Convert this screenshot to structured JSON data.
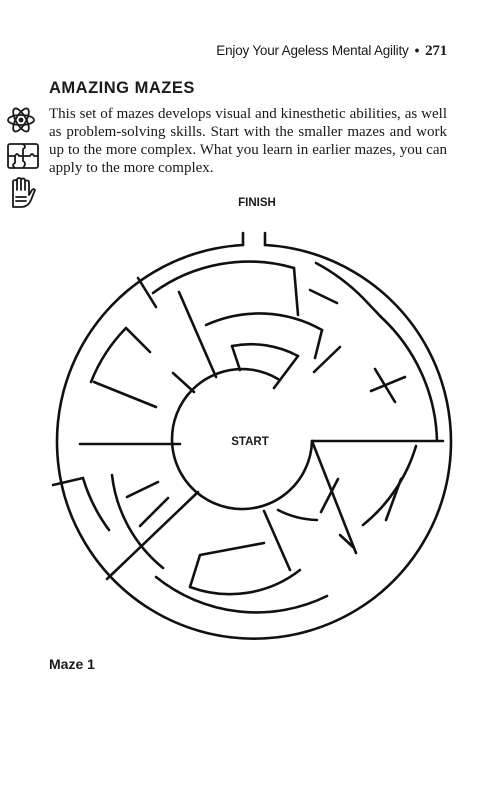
{
  "header": {
    "running_title": "Enjoy Your Ageless Mental Agility",
    "separator": "•",
    "page_number": "271"
  },
  "section": {
    "title": "AMAZING MAZES",
    "intro": "This set of mazes develops visual and kinesthetic abilities, as well as problem-solving skills. Start with the smaller mazes and work up to the more complex. What you learn in earlier mazes, you can apply to the more complex."
  },
  "margin_icons": [
    "atom-icon",
    "puzzle-icon",
    "hand-icon"
  ],
  "maze": {
    "finish_label": "FINISH",
    "start_label": "START",
    "caption": "Maze 1"
  }
}
